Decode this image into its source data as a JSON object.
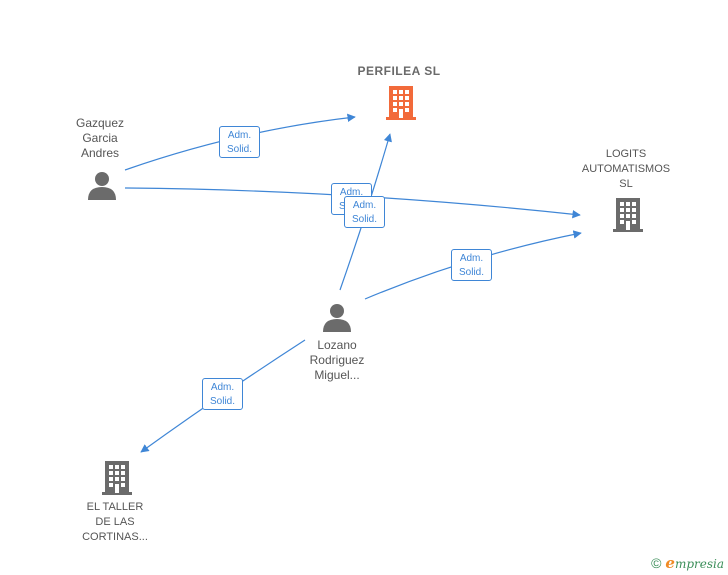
{
  "colors": {
    "edge": "#3f86d6",
    "company_highlight": "#f26a3a",
    "company": "#6b6b6b",
    "person": "#6b6b6b"
  },
  "nodes": {
    "perfilea": {
      "label": "PERFILEA SL",
      "icon": "building-icon"
    },
    "logits": {
      "label_lines": [
        "LOGITS",
        "AUTOMATISMOS",
        "SL"
      ],
      "icon": "building-icon"
    },
    "taller": {
      "label_lines": [
        "EL TALLER",
        "DE LAS",
        "CORTINAS..."
      ],
      "icon": "building-icon"
    },
    "gazquez": {
      "label_lines": [
        "Gazquez",
        "Garcia",
        "Andres"
      ],
      "icon": "person-icon"
    },
    "lozano": {
      "label_lines": [
        "Lozano",
        "Rodriguez",
        "Miguel..."
      ],
      "icon": "person-icon"
    }
  },
  "edges": [
    {
      "from": "gazquez",
      "to": "perfilea",
      "label_lines": [
        "Adm.",
        "Solid."
      ]
    },
    {
      "from": "gazquez",
      "to": "logits",
      "label_lines": [
        "Adm.",
        "Solid."
      ]
    },
    {
      "from": "lozano",
      "to": "perfilea",
      "label_lines": [
        "Adm.",
        "Solid."
      ]
    },
    {
      "from": "lozano",
      "to": "logits",
      "label_lines": [
        "Adm.",
        "Solid."
      ]
    },
    {
      "from": "lozano",
      "to": "taller",
      "label_lines": [
        "Adm.",
        "Solid."
      ]
    }
  ],
  "footer": {
    "copyright_symbol": "©",
    "brand_initial": "e",
    "brand_rest": "mpresia"
  }
}
